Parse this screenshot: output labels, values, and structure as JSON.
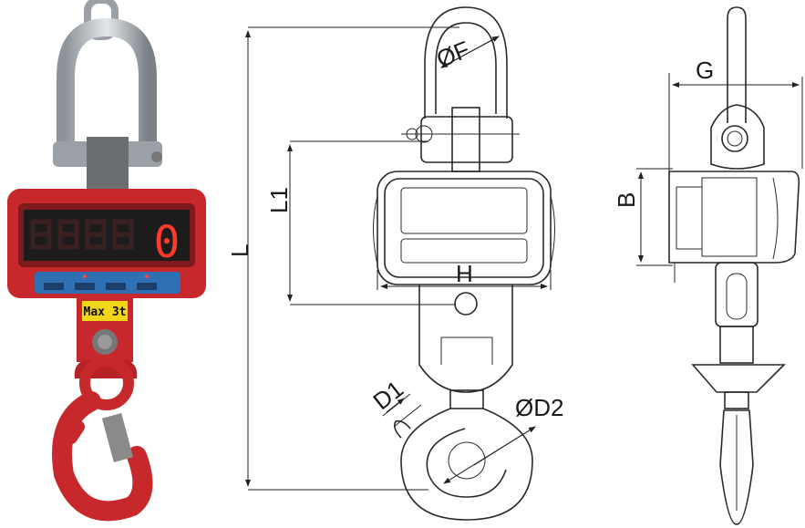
{
  "photo": {
    "display_digit": "0",
    "capacity_label": "Max 3t",
    "colors": {
      "body": "#c7282c",
      "display_bg": "#1c1c1c",
      "digit": "#ff3a2a",
      "panel": "#2f6fb3"
    }
  },
  "dimensions": {
    "overall_length": "L",
    "body_length": "L1",
    "shackle_diameter": "ØF",
    "body_width": "H",
    "hook_throat": "D1",
    "hook_diameter": "ØD2",
    "side_width": "G",
    "body_depth": "B"
  }
}
